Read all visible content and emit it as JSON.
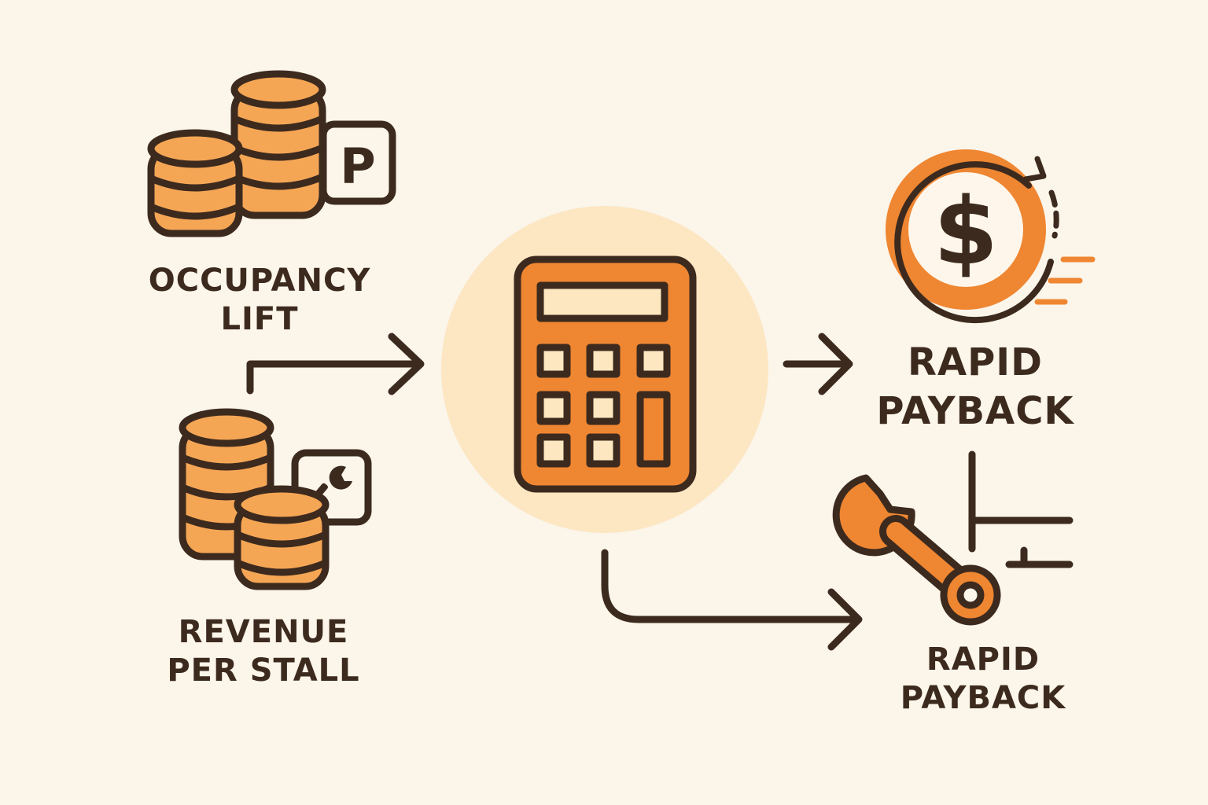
{
  "colors": {
    "background": "#fbf5ea",
    "outline": "#3d2a1e",
    "coin_fill": "#f5a655",
    "accent_orange": "#ef8631",
    "key_fill": "#fde7c0",
    "halo": "#fde6c2"
  },
  "nodes": {
    "occupancy": {
      "line1": "OCCUPANCY",
      "line2": "LIFT",
      "icon": "coin-stacks-parking-icon",
      "badge": "P"
    },
    "revenue": {
      "line1": "REVENUE",
      "line2": "PER STALL",
      "icon": "coin-stacks-wrench-icon"
    },
    "calculator": {
      "icon": "calculator-icon"
    },
    "payback": {
      "line1": "RAPID",
      "line2": "PAYBACK",
      "icon": "dollar-cycle-icon",
      "symbol": "$"
    },
    "payback_maintenance": {
      "line1": "RAPID",
      "line2": "PAYBACK",
      "icon": "wrench-icon"
    }
  }
}
